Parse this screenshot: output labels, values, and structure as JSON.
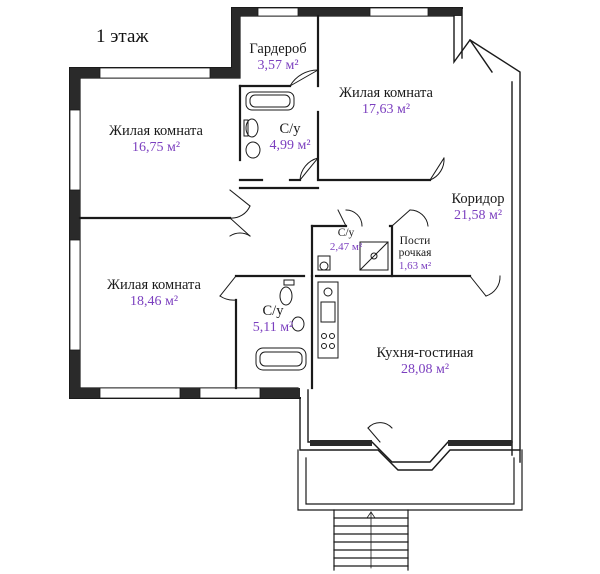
{
  "floor_label": "1 этаж",
  "rooms": [
    {
      "id": "wardrobe",
      "name": "Гардероб",
      "area": "3,57 м²"
    },
    {
      "id": "living-1",
      "name": "Жилая комната",
      "area": "17,63 м²"
    },
    {
      "id": "living-2",
      "name": "Жилая комната",
      "area": "16,75 м²"
    },
    {
      "id": "bath-1",
      "name": "С/у",
      "area": "4,99 м²"
    },
    {
      "id": "corridor",
      "name": "Коридор",
      "area": "21,58 м²"
    },
    {
      "id": "bath-2",
      "name": "С/у",
      "area": "2,47 м²"
    },
    {
      "id": "laundry",
      "name_lines": [
        "Пости",
        "рочкая"
      ],
      "area": "1,63 м²"
    },
    {
      "id": "living-3",
      "name": "Жилая комната",
      "area": "18,46 м²"
    },
    {
      "id": "bath-3",
      "name": "С/у",
      "area": "5,11 м²"
    },
    {
      "id": "kitchen",
      "name": "Кухня-гостиная",
      "area": "28,08 м²"
    }
  ]
}
